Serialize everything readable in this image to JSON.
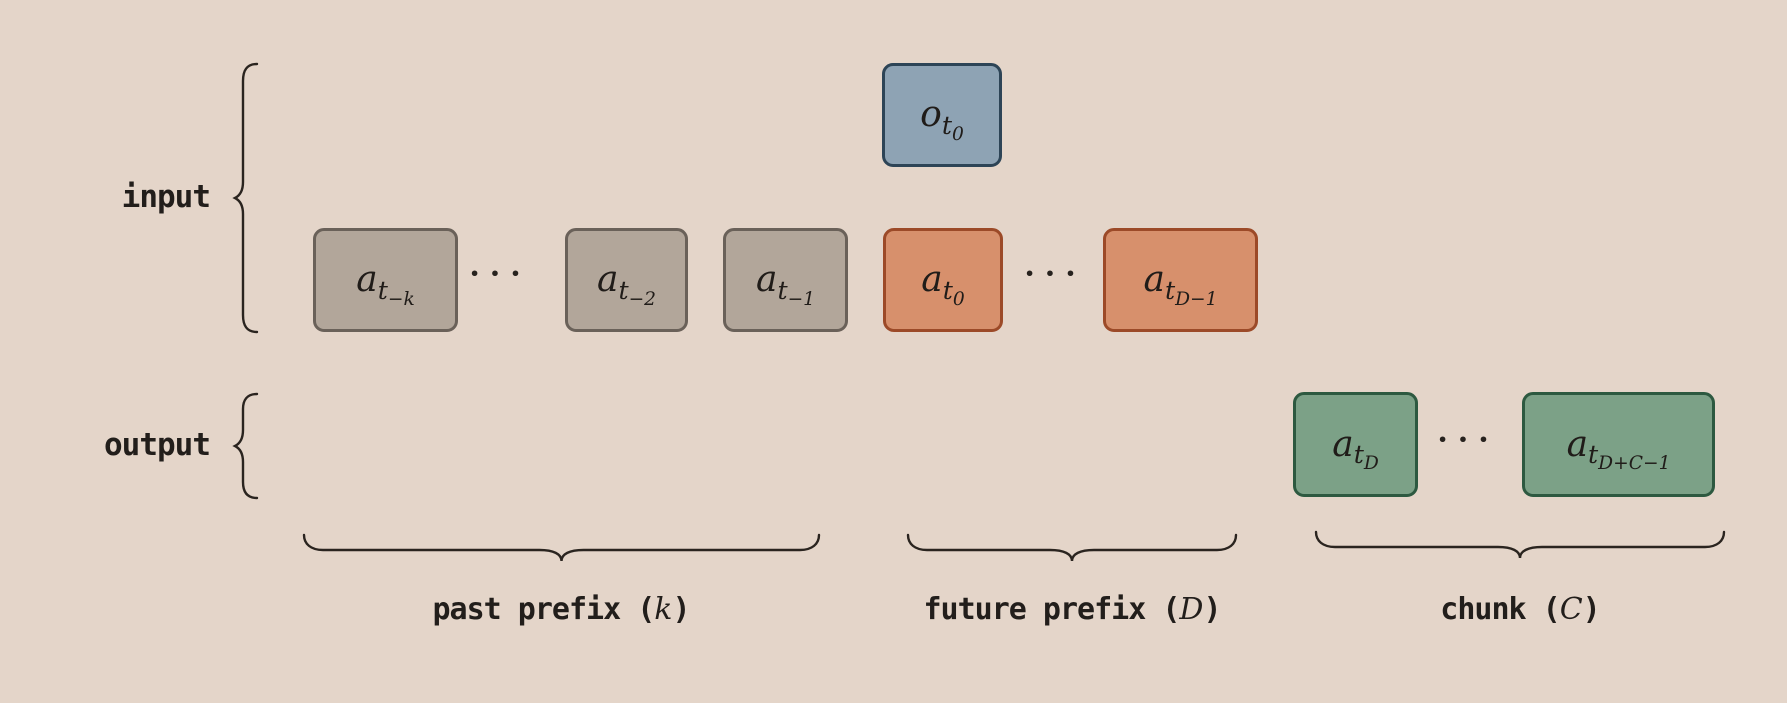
{
  "colors": {
    "background": "#e4d5c9",
    "gray_fill": "#b2a69a",
    "gray_border": "#6a6159",
    "orange_fill": "#d7906c",
    "orange_border": "#9c4a28",
    "blue_fill": "#8ea3b4",
    "blue_border": "#2d4456",
    "green_fill": "#7ca187",
    "green_border": "#2d5940",
    "line_and_text": "#2a241f"
  },
  "row_labels": {
    "input": "input",
    "output": "output"
  },
  "ellipsis": "···",
  "boxes": {
    "observation": {
      "base": "o",
      "sub": "t",
      "subsub": "0"
    },
    "past_actions": [
      {
        "base": "a",
        "sub": "t",
        "subsub": "−k"
      },
      {
        "base": "a",
        "sub": "t",
        "subsub": "−2"
      },
      {
        "base": "a",
        "sub": "t",
        "subsub": "−1"
      }
    ],
    "future_actions": [
      {
        "base": "a",
        "sub": "t",
        "subsub": "0"
      },
      {
        "base": "a",
        "sub": "t",
        "subsub": "D−1"
      }
    ],
    "chunk_actions": [
      {
        "base": "a",
        "sub": "t",
        "subsub": "D"
      },
      {
        "base": "a",
        "sub": "t",
        "subsub": "D+C−1"
      }
    ]
  },
  "brace_labels": {
    "past": {
      "text": "past prefix (",
      "var": "k",
      "close": ")"
    },
    "future": {
      "text": "future prefix (",
      "var": "D",
      "close": ")"
    },
    "chunk": {
      "text": "chunk (",
      "var": "C",
      "close": ")"
    }
  }
}
